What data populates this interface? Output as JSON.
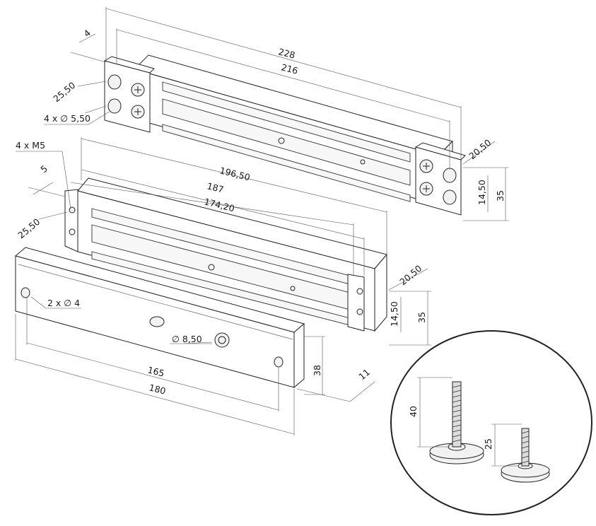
{
  "labels": {
    "top_len_228": "228",
    "top_len_216": "216",
    "top_4": "4",
    "top_25_50": "25,50",
    "top_holes": "4 x ∅ 5,50",
    "top_20_50": "20,50",
    "top_14_50": "14,50",
    "top_35": "35",
    "mid_m5": "4 x M5",
    "mid_5": "5",
    "mid_196_50": "196,50",
    "mid_187": "187",
    "mid_174_20": "174,20",
    "mid_25_50": "25,50",
    "mid_20_50": "20,50",
    "mid_14_50": "14,50",
    "mid_35": "35",
    "plate_pins": "2 x ∅ 4",
    "plate_hole": "∅ 8,50",
    "plate_165": "165",
    "plate_180": "180",
    "plate_38": "38",
    "plate_11": "11",
    "bolt_40": "40",
    "bolt_25": "25"
  }
}
